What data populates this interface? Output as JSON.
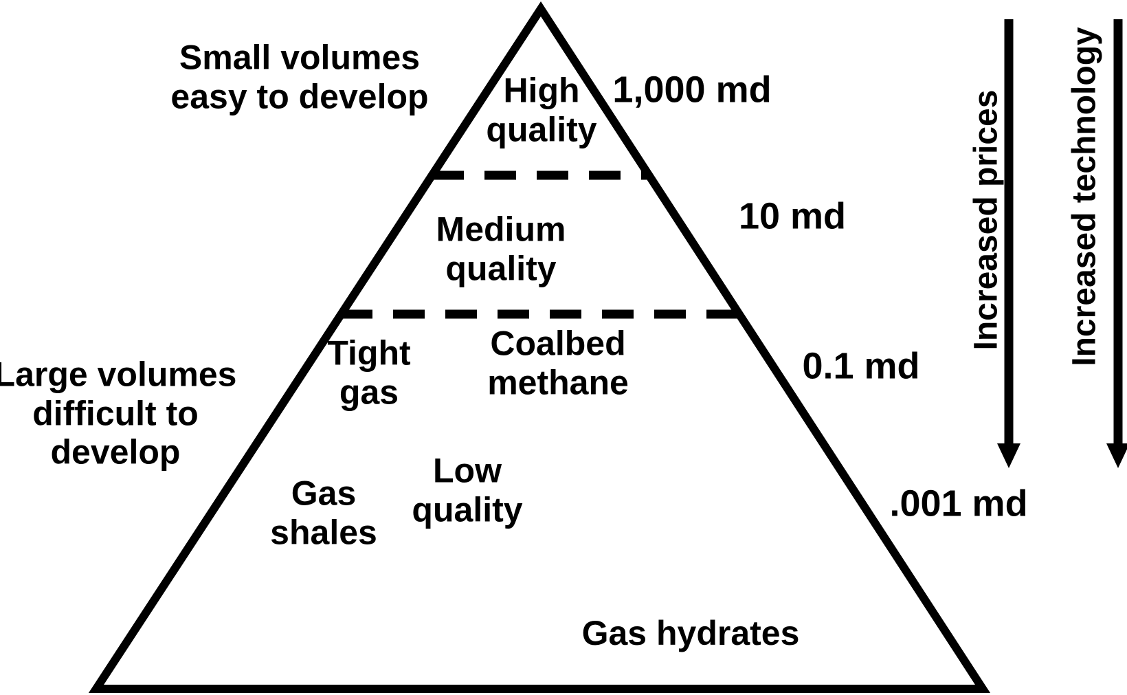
{
  "diagram": {
    "title_hint": "Resource triangle of natural gas quality",
    "background_color": "#ffffff",
    "ink_color": "#000000",
    "notes": {
      "small_volumes": {
        "line1": "Small volumes",
        "line2": "easy to develop"
      },
      "large_volumes": {
        "line1": "Large volumes",
        "line2": "difficult to",
        "line3": "develop"
      }
    },
    "sections": {
      "high": {
        "line1": "High",
        "line2": "quality"
      },
      "medium": {
        "line1": "Medium",
        "line2": "quality"
      },
      "tight_gas": {
        "line1": "Tight",
        "line2": "gas"
      },
      "coalbed": {
        "line1": "Coalbed",
        "line2": "methane"
      },
      "low": {
        "line1": "Low",
        "line2": "quality"
      },
      "gas_shales": {
        "line1": "Gas",
        "line2": "shales"
      },
      "gas_hydrates": {
        "line1": "Gas hydrates"
      }
    },
    "permeability": {
      "p1000": "1,000 md",
      "p10": "10 md",
      "p0_1": "0.1 md",
      "p0_001": ".001 md"
    },
    "arrows": {
      "prices": "Increased prices",
      "technology": "Increased technology"
    }
  }
}
